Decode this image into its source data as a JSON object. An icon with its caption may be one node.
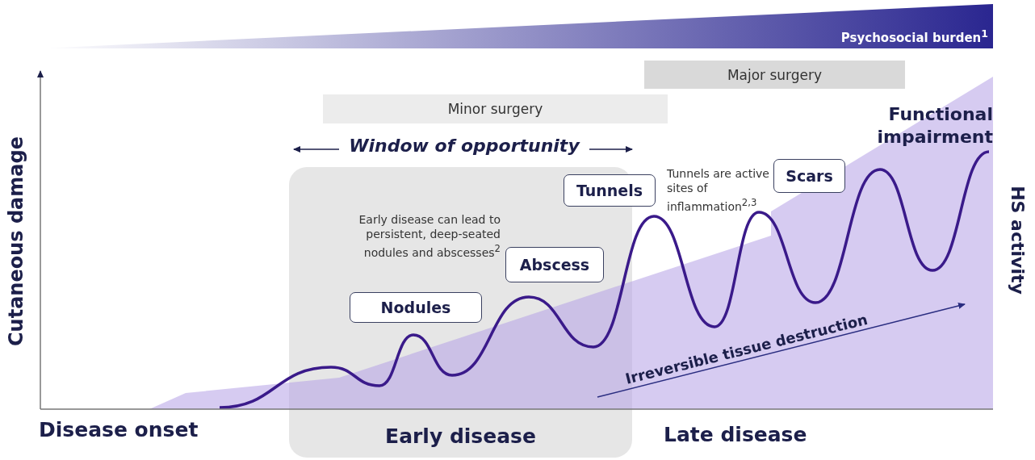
{
  "diagram": {
    "nodes": [
      {
        "text": [
          "Psychosocial burden$^{1}$"
        ]
      },
      {
        "text": [
          "Major surgery"
        ]
      },
      {
        "text": [
          "Minor surgery"
        ]
      },
      {
        "text": [
          "Early disease"
        ]
      },
      {
        "text": [
          "Nodules"
        ],
        "in": 3
      },
      {
        "text": [
          "Abscess"
        ],
        "in": 3
      },
      {
        "text": [
          "Tunnels"
        ]
      },
      {
        "text": [
          "Scars"
        ]
      }
    ],
    "edges": [],
    "labels": [
      "Window of opportunity",
      "Tunnels are active sites of inflammation$^{2,3}$",
      "Functional impairment",
      "Early disease can lead to persistent, deep-seated nodules and abscesses$^{2}$",
      "Irreversible tissue destruction",
      "Cutaneous damage",
      "HS activity",
      "Disease onset",
      "Late disease"
    ]
  }
}
